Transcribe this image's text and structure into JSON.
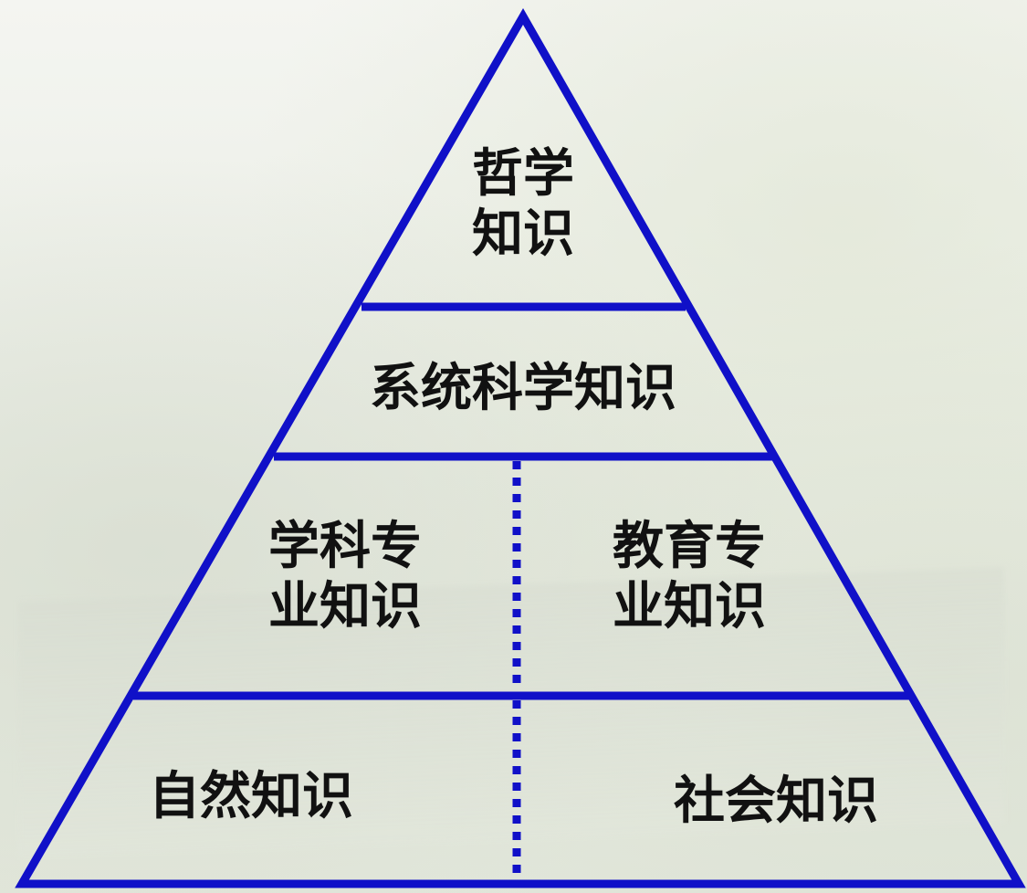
{
  "colors": {
    "pyramid_line": "#1010c8",
    "label_text": "#111111",
    "background": "#ecefe7"
  },
  "pyramid": {
    "apex": {
      "line1": "哲学",
      "line2": "知识"
    },
    "systems_science": "系统科学知识",
    "subject_professional": {
      "line1": "学科专",
      "line2": "业知识"
    },
    "education_professional": {
      "line1": "教育专",
      "line2": "业知识"
    },
    "natural": "自然知识",
    "social": "社会知识"
  }
}
